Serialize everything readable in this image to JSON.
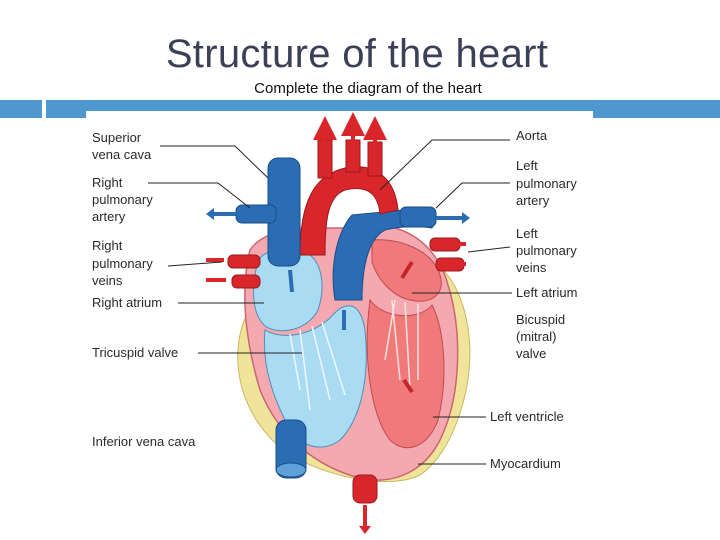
{
  "slide": {
    "title": "Structure of the heart",
    "subtitle": "Complete the diagram of the heart"
  },
  "labels": {
    "superior_vena_cava": [
      "Superior",
      "vena cava"
    ],
    "right_pulmonary_artery": [
      "Right",
      "pulmonary",
      "artery"
    ],
    "right_pulmonary_veins": [
      "Right",
      "pulmonary",
      "veins"
    ],
    "right_atrium": [
      "Right atrium"
    ],
    "tricuspid_valve": [
      "Tricuspid valve"
    ],
    "inferior_vena_cava": [
      "Inferior vena cava"
    ],
    "aorta": [
      "Aorta"
    ],
    "left_pulmonary_artery": [
      "Left",
      "pulmonary",
      "artery"
    ],
    "left_pulmonary_veins": [
      "Left",
      "pulmonary",
      "veins"
    ],
    "left_atrium": [
      "Left atrium"
    ],
    "bicuspid_valve": [
      "Bicuspid",
      "(mitral)",
      "valve"
    ],
    "left_ventricle": [
      "Left ventricle"
    ],
    "myocardium": [
      "Myocardium"
    ]
  },
  "colors": {
    "header_bar": "#4f97cf",
    "oxygenated_blood": "#d8262b",
    "deoxygenated_blood": "#2b6db4",
    "right_chambers": "#a9dcf3",
    "left_chambers": "#f07a7a",
    "heart_wall": "#f4a9b0",
    "fat": "#f0e49a"
  }
}
